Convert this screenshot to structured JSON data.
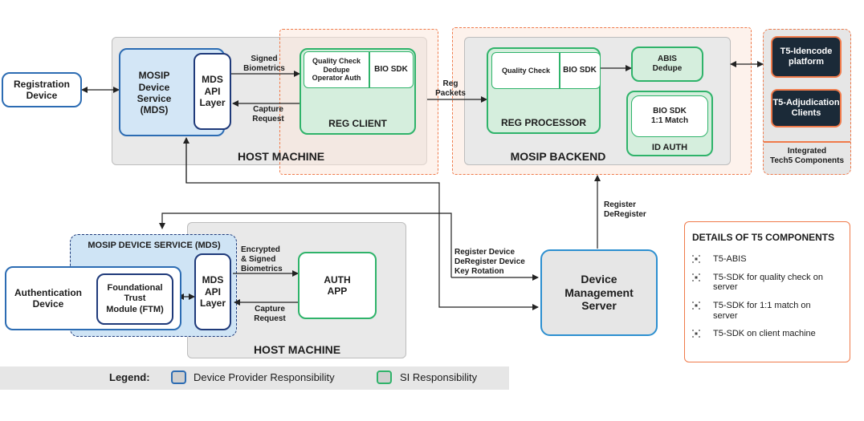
{
  "registration_device": "Registration\nDevice",
  "mds_top": "MOSIP\nDevice\nService\n(MDS)",
  "mds_api_top": "MDS\nAPI\nLayer",
  "signed_biometrics": "Signed\nBiometrics",
  "capture_request_top": "Capture\nRequest",
  "reg_client": {
    "checks": "Quality Check\nDedupe\nOperator Auth",
    "bio_sdk": "BIO SDK",
    "label": "REG CLIENT"
  },
  "host_machine_top": "HOST MACHINE",
  "reg_packets": "Reg\nPackets",
  "reg_processor": {
    "quality_check": "Quality Check",
    "bio_sdk": "BIO SDK",
    "label": "REG PROCESSOR"
  },
  "abis": "ABIS\nDedupe",
  "id_auth": {
    "bio_sdk": "BIO SDK\n1:1 Match",
    "label": "ID AUTH"
  },
  "mosip_backend": "MOSIP BACKEND",
  "t5_idencode": "T5-Idencode\nplatform",
  "t5_adjudication": "T5-Adjudication\nClients",
  "integrated_tech5": "Integrated\nTech5 Components",
  "register_deregister": "Register\nDeRegister",
  "register_device_labels": "Register Device\nDeRegister Device\nKey Rotation",
  "device_management_server": "Device\nManagement\nServer",
  "mds_bottom_title": "MOSIP DEVICE SERVICE (MDS)",
  "authentication_device": "Authentication\nDevice",
  "ftm": "Foundational\nTrust\nModule (FTM)",
  "mds_api_bottom": "MDS\nAPI\nLayer",
  "encrypted_signed": "Encrypted\n& Signed\nBiometrics",
  "capture_request_bottom": "Capture\nRequest",
  "auth_app": "AUTH\nAPP",
  "host_machine_bottom": "HOST MACHINE",
  "details": {
    "title": "DETAILS OF T5 COMPONENTS",
    "items": [
      "T5-ABIS",
      "T5-SDK for quality check on\nserver",
      "T5-SDK for 1:1 match on\nserver",
      "T5-SDK on client machine"
    ]
  },
  "legend": {
    "title": "Legend:",
    "device_provider": "Device Provider Responsibility",
    "si": "SI Responsibility"
  },
  "colors": {
    "device_provider": "#2c6cb3",
    "si": "#2fb36a",
    "tech5": "#f07a4a",
    "tech5_dark": "#1b2a38"
  }
}
